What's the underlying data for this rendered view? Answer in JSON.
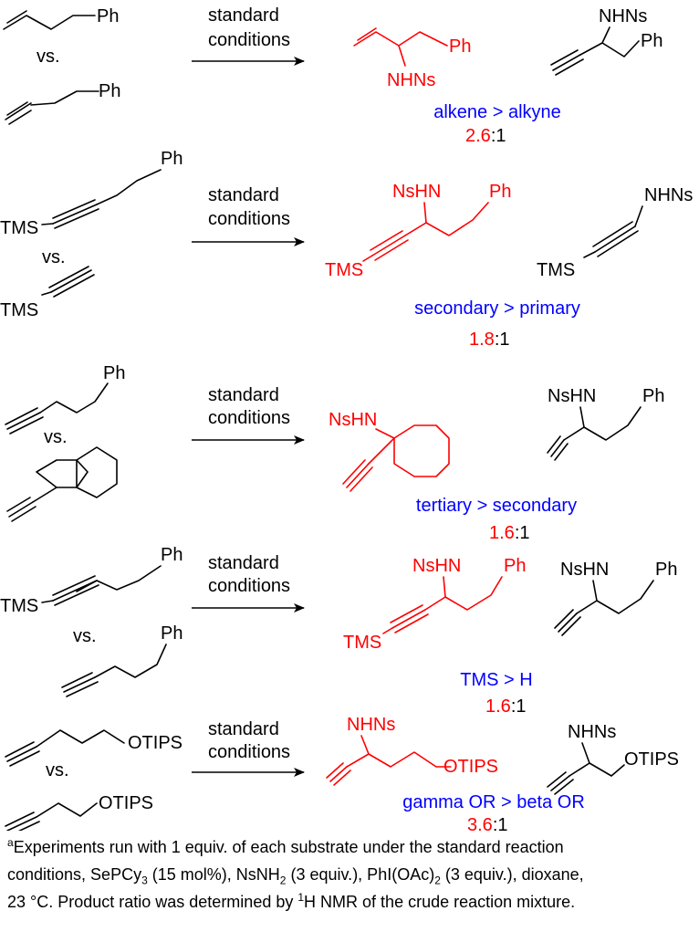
{
  "reactions": [
    {
      "vs": "vs.",
      "cond1": "standard",
      "cond2": "conditions",
      "substrate_a": {
        "ph": "Ph"
      },
      "substrate_b": {
        "ph": "Ph"
      },
      "major": {
        "nh": "NHNs",
        "ph": "Ph"
      },
      "minor": {
        "nh": "NHNs",
        "ph": "Ph"
      },
      "selectivity": "alkene > alkyne",
      "ratio_major": "2.6",
      "ratio_minor": ":1"
    },
    {
      "vs": "vs.",
      "cond1": "standard",
      "cond2": "conditions",
      "substrate_a": {
        "ph": "Ph",
        "tms": "TMS"
      },
      "substrate_b": {
        "tms": "TMS"
      },
      "major": {
        "nh": "NsHN",
        "ph": "Ph",
        "tms": "TMS"
      },
      "minor": {
        "nh": "NHNs",
        "tms": "TMS"
      },
      "selectivity": "secondary > primary",
      "ratio_major": "1.8",
      "ratio_minor": ":1"
    },
    {
      "vs": "vs.",
      "cond1": "standard",
      "cond2": "conditions",
      "substrate_a": {
        "ph": "Ph"
      },
      "major": {
        "nh": "NsHN"
      },
      "minor": {
        "nh": "NsHN",
        "ph": "Ph"
      },
      "selectivity": "tertiary > secondary",
      "ratio_major": "1.6",
      "ratio_minor": ":1"
    },
    {
      "vs": "vs.",
      "cond1": "standard",
      "cond2": "conditions",
      "substrate_a": {
        "ph": "Ph",
        "tms": "TMS"
      },
      "substrate_b": {
        "ph": "Ph"
      },
      "major": {
        "nh": "NsHN",
        "ph": "Ph",
        "tms": "TMS"
      },
      "minor": {
        "nh": "NsHN",
        "ph": "Ph"
      },
      "selectivity": "TMS > H",
      "ratio_major": "1.6",
      "ratio_minor": ":1"
    },
    {
      "vs": "vs.",
      "cond1": "standard",
      "cond2": "conditions",
      "substrate_a": {
        "otips": "OTIPS"
      },
      "substrate_b": {
        "otips": "OTIPS"
      },
      "major": {
        "nh": "NHNs",
        "otips": "OTIPS"
      },
      "minor": {
        "nh": "NHNs",
        "otips": "OTIPS"
      },
      "selectivity": "gamma OR > beta OR",
      "ratio_major": "3.6",
      "ratio_minor": ":1"
    }
  ],
  "footnote": {
    "mark": "a",
    "line1": "Experiments run with 1 equiv. of each substrate under the standard reaction",
    "line2_a": "conditions, SePCy",
    "line2_sub1": "3",
    "line2_b": " (15 mol%), NsNH",
    "line2_sub2": "2",
    "line2_c": " (3 equiv.), PhI(OAc)",
    "line2_sub3": "2",
    "line2_d": " (3 equiv.), dioxane,",
    "line3_a": "23 °C. Product ratio was determined by ",
    "line3_sup": "1",
    "line3_b": "H NMR of the crude reaction mixture."
  }
}
